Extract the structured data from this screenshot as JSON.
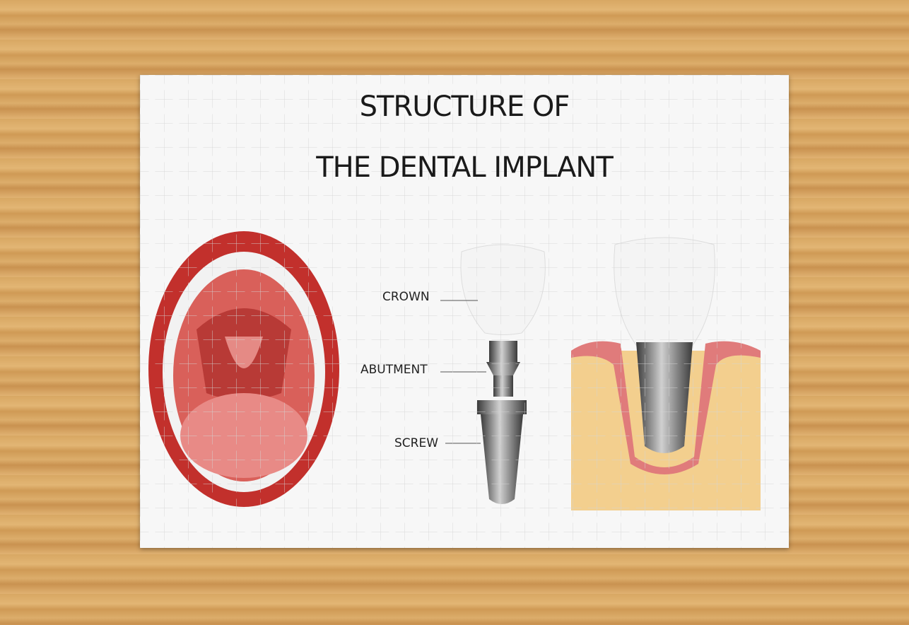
{
  "title": {
    "line1": "STRUCTURE OF",
    "line2": "THE DENTAL IMPLANT"
  },
  "labels": {
    "crown": "CROWN",
    "abutment": "ABUTMENT",
    "screw": "SCREW"
  },
  "colors": {
    "lips": "#c2302c",
    "mouth": "#d9605a",
    "bone": "#f3cf8e",
    "gum": "#e07b7b",
    "metal": "#7a7a7a",
    "wood": "#d8a763"
  }
}
